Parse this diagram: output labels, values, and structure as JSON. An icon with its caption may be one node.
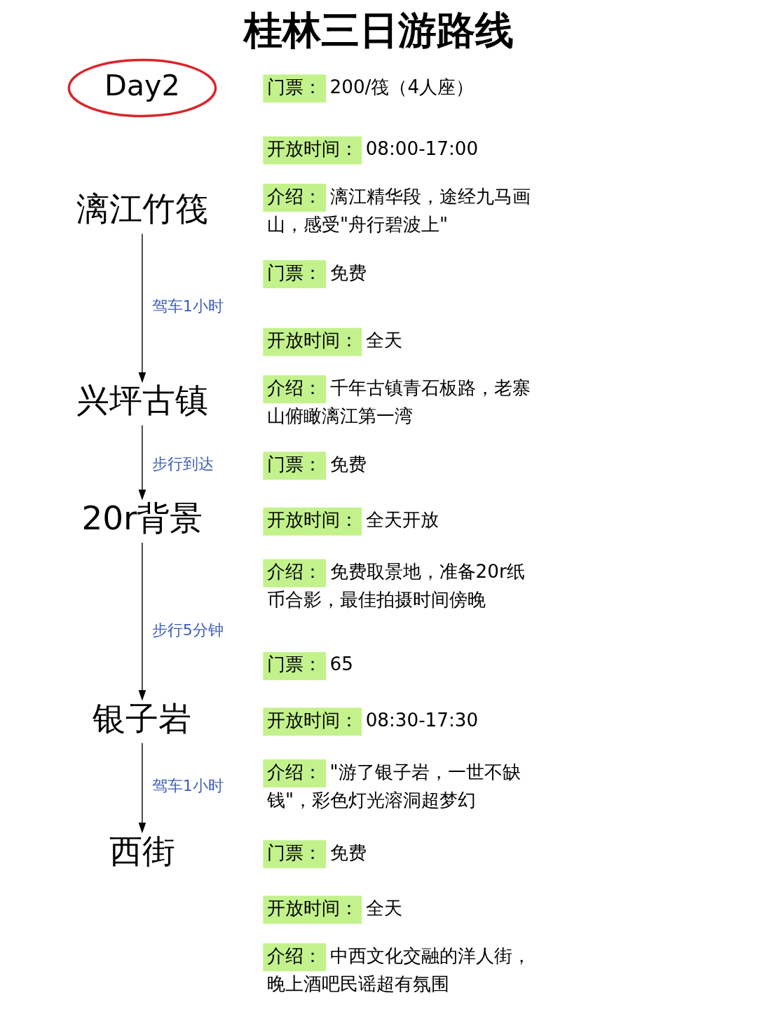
{
  "diagram": {
    "title": "桂林三日游路线",
    "nodes": [
      {
        "text": [
          "Day2"
        ]
      },
      {
        "text": [
          "漓江竹筏"
        ]
      },
      {
        "text": [
          "门票："
        ],
        "beside": [
          "200/筏（4人座）"
        ]
      },
      {
        "text": [
          "开放时间："
        ],
        "beside": [
          "08:00-17:00"
        ]
      },
      {
        "text": [
          "介绍："
        ],
        "beside": [
          "漓江精华段，途经九马画山，感受\"舟行碧波上\""
        ]
      },
      {
        "text": [
          "兴坪古镇"
        ]
      },
      {
        "text": [
          "门票："
        ],
        "beside": [
          "免费"
        ]
      },
      {
        "text": [
          "开放时间："
        ],
        "beside": [
          "全天"
        ]
      },
      {
        "text": [
          "介绍："
        ],
        "beside": [
          "千年古镇青石板路，老寨山俯瞰漓江第一湾"
        ]
      },
      {
        "text": [
          "20r背景"
        ]
      },
      {
        "text": [
          "门票："
        ],
        "beside": [
          "免费"
        ]
      },
      {
        "text": [
          "开放时间："
        ],
        "beside": [
          "全天开放"
        ]
      },
      {
        "text": [
          "介绍："
        ],
        "beside": [
          "免费取景地，准备20r纸币合影，最佳拍摄时间傍晚"
        ]
      },
      {
        "text": [
          "银子岩"
        ]
      },
      {
        "text": [
          "门票："
        ],
        "beside": [
          "65"
        ]
      },
      {
        "text": [
          "开放时间："
        ],
        "beside": [
          "08:30-17:30"
        ]
      },
      {
        "text": [
          "介绍："
        ],
        "beside": [
          "\"游了银子岩，一世不缺钱\"，彩色灯光溶洞超梦幻"
        ]
      },
      {
        "text": [
          "西街"
        ]
      },
      {
        "text": [
          "门票："
        ],
        "beside": [
          "免费"
        ]
      },
      {
        "text": [
          "开放时间："
        ],
        "beside": [
          "全天"
        ]
      },
      {
        "text": [
          "介绍："
        ],
        "beside": [
          "中西文化交融的洋人街，晚上酒吧民谣超有氛围"
        ]
      }
    ],
    "edges": [
      {
        "from": 1,
        "to": 5,
        "arrow": "to",
        "label": "驾车1小时"
      },
      {
        "from": 5,
        "to": 9,
        "arrow": "to",
        "label": "步行到达"
      },
      {
        "from": 9,
        "to": 13,
        "arrow": "to",
        "label": "步行5分钟"
      },
      {
        "from": 13,
        "to": 17,
        "arrow": "to",
        "label": "驾车1小时"
      }
    ]
  }
}
